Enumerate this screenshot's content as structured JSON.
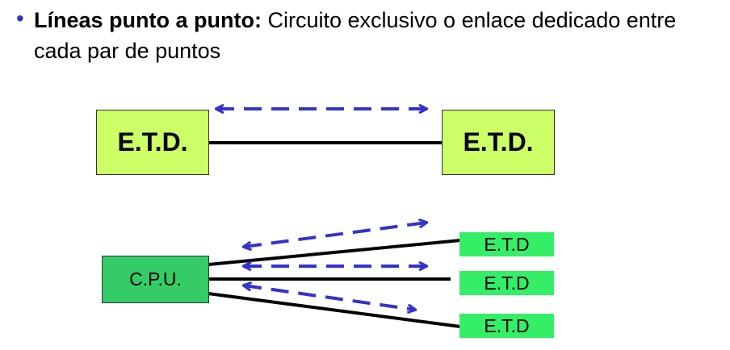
{
  "bullet": {
    "bold": "Líneas punto a punto:",
    "text": " Circuito exclusivo o enlace dedicado entre cada par de puntos"
  },
  "top_link": {
    "left": "E.T.D.",
    "right": "E.T.D."
  },
  "bottom_link": {
    "hub": "C.P.U.",
    "terminals": [
      "E.T.D",
      "E.T.D",
      "E.T.D"
    ]
  },
  "colors": {
    "bullet": "#3333cc",
    "arrow": "#3333cc",
    "big_box_fill": "#ccff66",
    "cpu_fill": "#33cc66",
    "terminal_fill": "#33ee66",
    "line": "#000000"
  }
}
